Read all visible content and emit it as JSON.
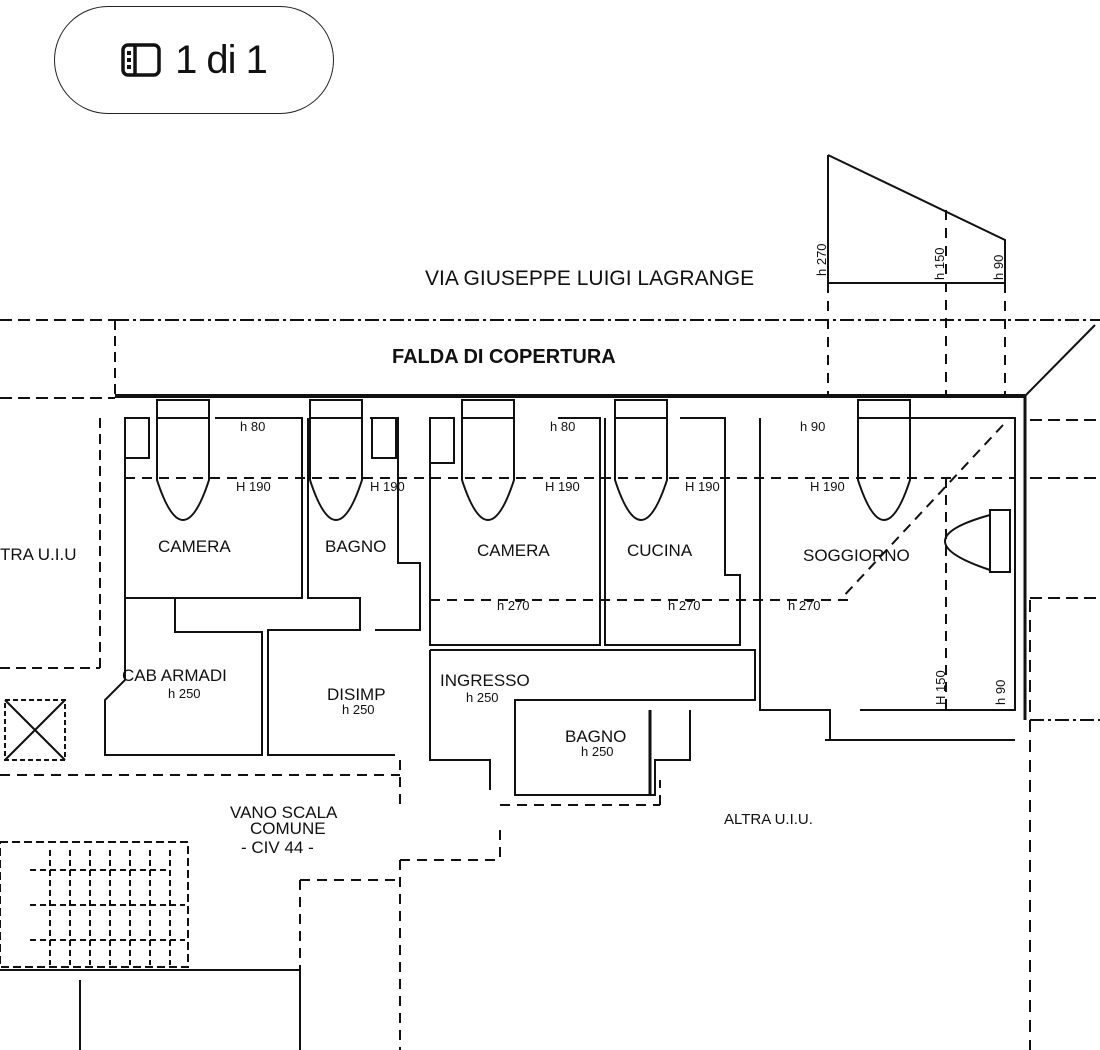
{
  "viewer": {
    "page_indicator": "1 di 1",
    "page_icon": "sidebar-panel-icon"
  },
  "plan": {
    "street": "VIA GIUSEPPE LUIGI LAGRANGE",
    "roof": "FALDA DI COPERTURA",
    "section_heights": [
      "h 270",
      "h 150",
      "h 90"
    ],
    "rooms": {
      "camera1": "CAMERA",
      "bagno1": "BAGNO",
      "camera2": "CAMERA",
      "cucina": "CUCINA",
      "soggiorno": "SOGGIORNO",
      "cab_armadi": "CAB  ARMADI",
      "cab_h": "h 250",
      "disimp": "DISIMP",
      "disimp_h": "h 250",
      "ingresso": "INGRESSO",
      "ingresso_h": "h 250",
      "bagno2": "BAGNO",
      "bagno2_h": "h 250",
      "altra_left": "TRA U.I.U",
      "altra_right": "ALTRA U.I.U.",
      "vano1": "VANO SCALA",
      "vano2": "COMUNE",
      "vano3": "- CIV  44 -"
    },
    "heights": {
      "h80a": "h 80",
      "h80b": "h 80",
      "h90": "h 90",
      "h190": "H 190",
      "h270": "h 270",
      "h150v": "H 150",
      "h90v": "h 90"
    }
  }
}
